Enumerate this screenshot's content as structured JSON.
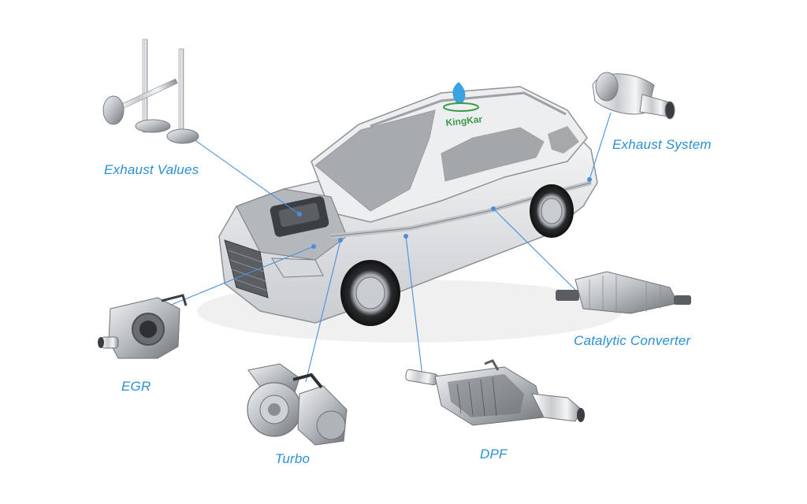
{
  "labels": {
    "exhaust_valves": "Exhaust Values",
    "exhaust_system": "Exhaust System",
    "catalytic_converter": "Catalytic Converter",
    "egr": "EGR",
    "turbo": "Turbo",
    "dpf": "DPF"
  },
  "logo": {
    "text": "KingKar"
  },
  "colors": {
    "label": "#2b8fd6",
    "leader_line": "#4a90d9",
    "car_body": "#e6e8ea",
    "metal": "#b9bcc0",
    "logo_green": "#3a9a4a",
    "logo_blue": "#37a4e0"
  }
}
